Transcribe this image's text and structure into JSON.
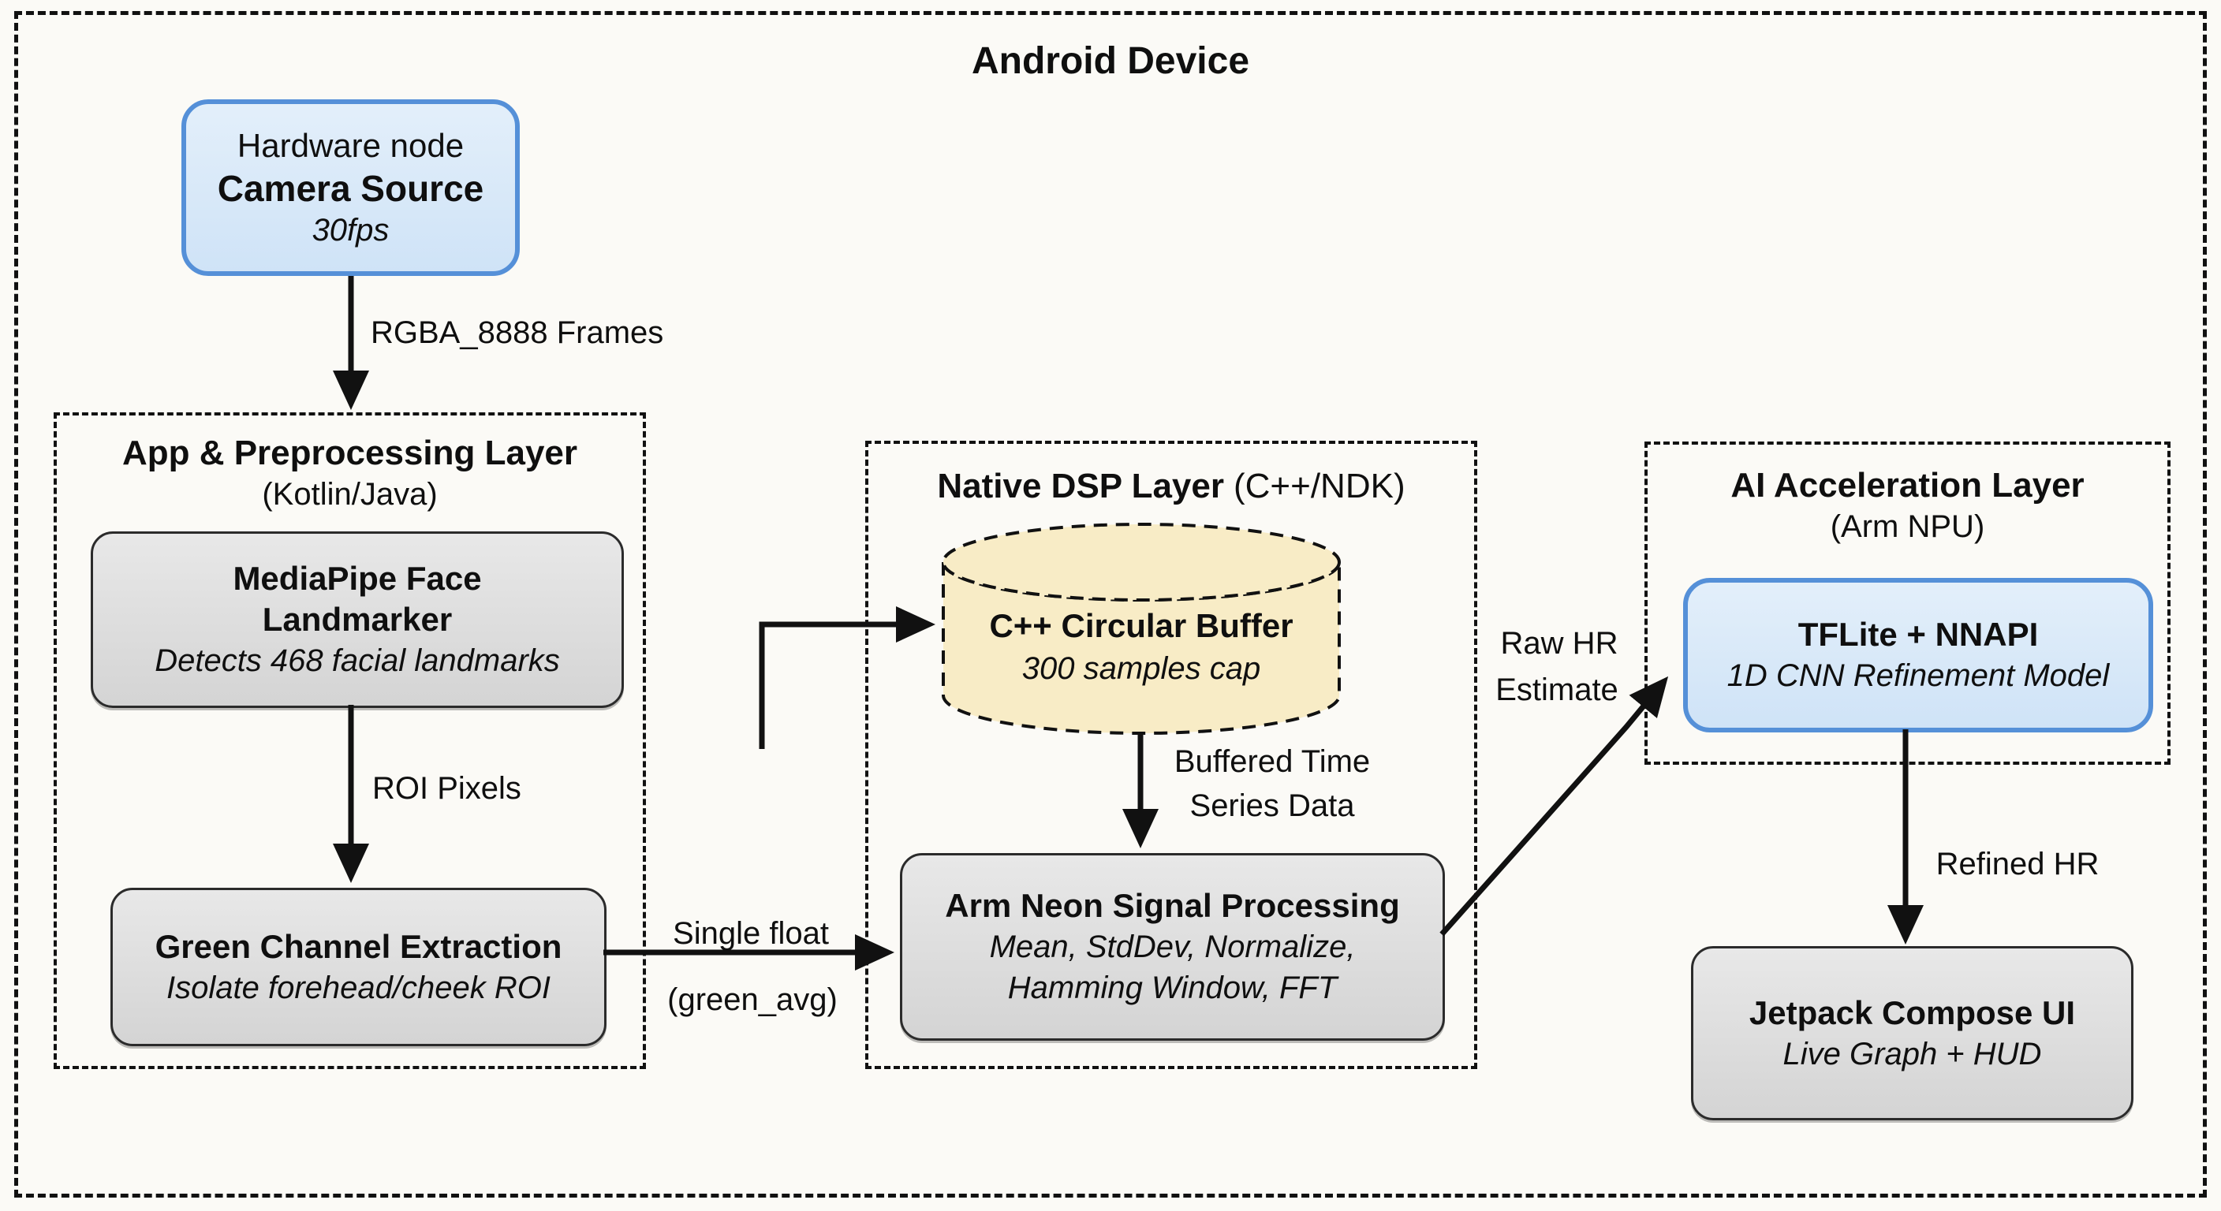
{
  "title": "Android Device",
  "layers": {
    "app": {
      "title": "App & Preprocessing Layer",
      "subtitle": "(Kotlin/Java)"
    },
    "dsp": {
      "title_bold": "Native DSP Layer",
      "title_rest": "(C++/NDK)"
    },
    "ai": {
      "title": "AI Acceleration Layer",
      "subtitle": "(Arm NPU)"
    }
  },
  "nodes": {
    "camera_source": {
      "kind": "Hardware node",
      "title": "Camera Source",
      "subtitle": "30fps"
    },
    "mediapipe": {
      "title_line1": "MediaPipe Face",
      "title_line2": "Landmarker",
      "subtitle": "Detects 468 facial landmarks"
    },
    "green_channel": {
      "title": "Green Channel Extraction",
      "subtitle": "Isolate forehead/cheek ROI"
    },
    "circular_buffer": {
      "title": "C++ Circular Buffer",
      "subtitle": "300 samples cap"
    },
    "arm_neon": {
      "title": "Arm Neon Signal Processing",
      "subtitle_line1": "Mean, StdDev, Normalize,",
      "subtitle_line2": "Hamming Window, FFT"
    },
    "tflite": {
      "title": "TFLite + NNAPI",
      "subtitle": "1D CNN Refinement Model"
    },
    "jetpack_compose": {
      "title": "Jetpack Compose UI",
      "subtitle": "Live Graph + HUD"
    }
  },
  "edges": {
    "camera_to_app": "RGBA_8888 Frames",
    "mediapipe_to_green": "ROI Pixels",
    "green_to_neon_line1": "Single float",
    "green_to_neon_line2": "(green_avg)",
    "buffer_to_neon_line1": "Buffered Time",
    "buffer_to_neon_line2": "Series Data",
    "neon_to_tflite_line1": "Raw HR",
    "neon_to_tflite_line2": "Estimate",
    "tflite_to_compose": "Refined HR"
  },
  "colors": {
    "background": "#fbfaf6",
    "line": "#111111",
    "text": "#0f0f0f",
    "node_blue_fill": "#d9e8f8",
    "node_blue_border": "#5590d8",
    "node_gray_fill": "#dedede",
    "node_gray_border": "#2b2b2b",
    "buffer_fill": "#f8ecc6"
  }
}
